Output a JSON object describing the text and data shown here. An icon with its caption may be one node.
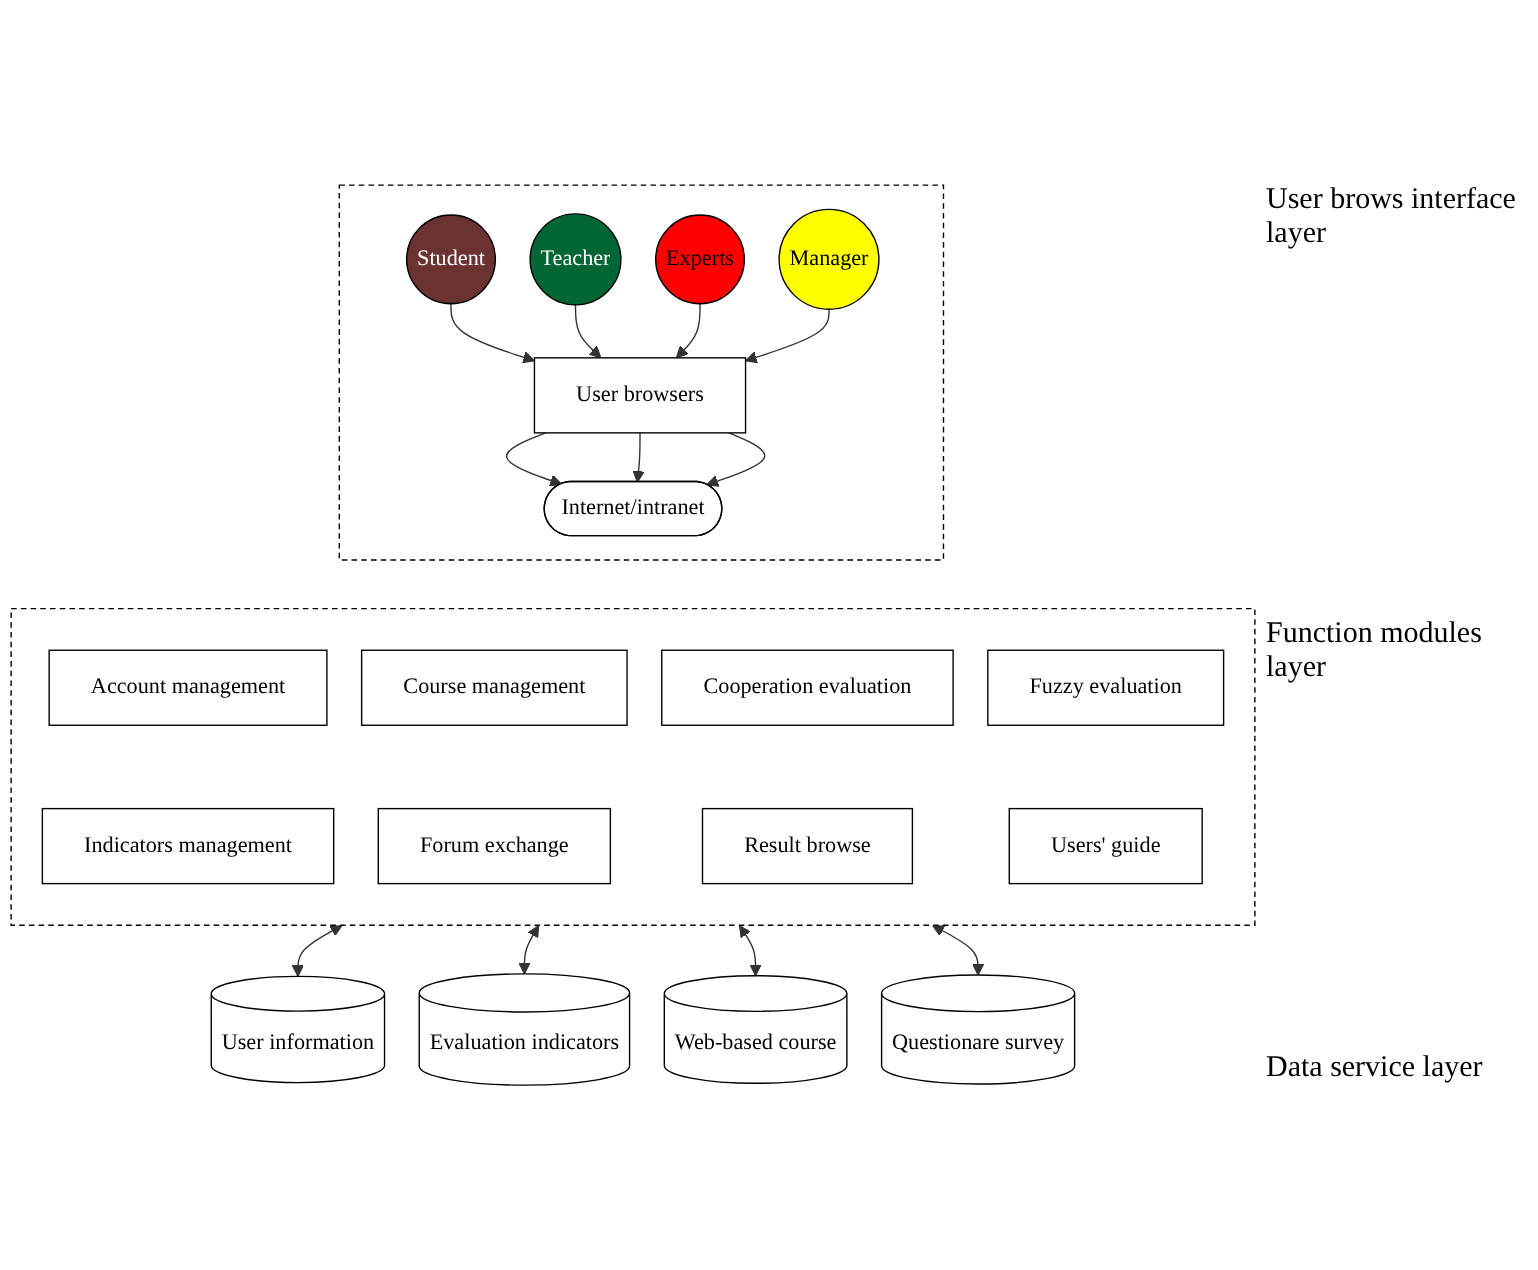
{
  "diagram": {
    "nodes": [
      {
        "text": [],
        "shape": "box"
      },
      {
        "text": [
          "Student"
        ],
        "in": 0
      },
      {
        "text": [
          "Teacher"
        ],
        "in": 0
      },
      {
        "text": [
          "Experts"
        ],
        "in": 0
      },
      {
        "text": [
          "Manager"
        ],
        "in": 0
      },
      {
        "text": [
          "User browsers"
        ],
        "in": 0
      },
      {
        "text": [
          "Internet/intranet"
        ],
        "in": 0
      },
      {
        "text": [],
        "shape": "box"
      },
      {
        "text": [
          "Account management"
        ],
        "in": 7
      },
      {
        "text": [
          "Course management"
        ],
        "in": 7
      },
      {
        "text": [
          "Cooperation evaluation"
        ],
        "in": 7
      },
      {
        "text": [
          "Fuzzy evaluation"
        ],
        "in": 7
      },
      {
        "text": [
          "Indicators management"
        ],
        "in": 7
      },
      {
        "text": [
          "Forum exchange"
        ],
        "in": 7
      },
      {
        "text": [
          "Result browse"
        ],
        "in": 7
      },
      {
        "text": [
          "Users' guide"
        ],
        "in": 7
      },
      {
        "text": [
          "User information"
        ]
      },
      {
        "text": [
          "Evaluation indicators"
        ]
      },
      {
        "text": [
          "Web-based course"
        ]
      },
      {
        "text": [
          "Questionare survey"
        ]
      }
    ],
    "edges": [
      {
        "from": 1,
        "to": 5,
        "arrow": "to"
      },
      {
        "from": 2,
        "to": 5,
        "arrow": "to"
      },
      {
        "from": 3,
        "to": 5,
        "arrow": "to"
      },
      {
        "from": 4,
        "to": 5,
        "arrow": "to"
      },
      {
        "from": 5,
        "to": 6,
        "arrow": "to"
      },
      {
        "from": 5,
        "to": 6,
        "arrow": "to"
      },
      {
        "from": 5,
        "to": 6,
        "arrow": "to"
      },
      {
        "from": 7,
        "to": 16,
        "arrow": "both"
      },
      {
        "from": 7,
        "to": 17,
        "arrow": "both"
      },
      {
        "from": 7,
        "to": 18,
        "arrow": "both"
      },
      {
        "from": 7,
        "to": 19,
        "arrow": "both"
      }
    ],
    "labels": [
      "User brows interface layer",
      "Function modules layer",
      "Data service layer"
    ]
  }
}
